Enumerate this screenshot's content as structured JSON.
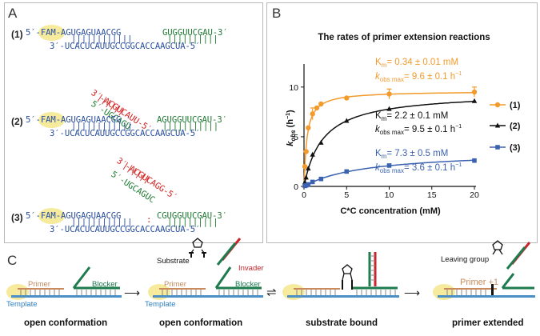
{
  "panels": {
    "a": "A",
    "b": "B",
    "c": "C"
  },
  "colors": {
    "blue": "#2a4fa0",
    "green": "#1f7a33",
    "red": "#d42020",
    "orange": "#f39a2c",
    "black": "#111111",
    "sq": "#3b62b0"
  },
  "panelA": {
    "case1": {
      "num": "(1)",
      "top_prefix": "5′-",
      "fam": "FAM",
      "top_seq": "-AGUGAGUAACGG",
      "top_green": "GUGGUUCGAU-3′",
      "bottom": "3′-UCACUCAUUGCCGGCACCAAGCUA-5′"
    },
    "case2": {
      "num": "(2)",
      "top_prefix": "5′-",
      "fam": "FAM",
      "top_seq": "-AGUGAGUAACGG",
      "top_green": "AGUGGUUCGAU-3′",
      "bottom": "3′-UCACUCAUUGCCGGCACCAAGCUA-5′",
      "invader_red": "3′-ACGUCAUU-5′",
      "invader_green": "5′-UGCAGU"
    },
    "case3": {
      "num": "(3)",
      "top_prefix": "5′-",
      "fam": "FAM",
      "top_seq": "-AGUGAGUAACGG",
      "top_green": "CGUGGUUCGAU-3′",
      "bottom": "3′-UCACUCAUUGCCGGCACCAAGCUA-5′",
      "invader_red": "3′-ACGUCAGG-5′",
      "invader_green": "5′-UGCAGUC"
    }
  },
  "chart_data": {
    "type": "line",
    "title": "The rates of primer extension reactions",
    "xlabel": "C*C concentration (mM)",
    "ylabel": "k_obs (h⁻¹)",
    "xlim": [
      0,
      20
    ],
    "ylim": [
      0,
      12
    ],
    "xticks": [
      0,
      5,
      10,
      15,
      20
    ],
    "yticks": [
      0,
      5,
      10
    ],
    "legend_position": "right",
    "series": [
      {
        "name": "(1)",
        "marker": "circle",
        "color": "#f39a2c",
        "points": [
          [
            0.1,
            2.0
          ],
          [
            0.25,
            3.5
          ],
          [
            0.5,
            5.9
          ],
          [
            1,
            7.3
          ],
          [
            1.5,
            7.9
          ],
          [
            2,
            8.3
          ],
          [
            5,
            8.9
          ],
          [
            10,
            9.3
          ],
          [
            20,
            9.5
          ]
        ],
        "errors": [
          0.2,
          0.2,
          0.2,
          0.6,
          0.2,
          0.2,
          0.2,
          0.5,
          0.5
        ],
        "km": 0.34,
        "vmax": 9.6
      },
      {
        "name": "(2)",
        "marker": "triangle",
        "color": "#111111",
        "points": [
          [
            0.1,
            0.4
          ],
          [
            0.25,
            0.9
          ],
          [
            0.5,
            1.8
          ],
          [
            1,
            3.2
          ],
          [
            2,
            4.4
          ],
          [
            5,
            6.6
          ],
          [
            10,
            7.8
          ],
          [
            20,
            8.6
          ]
        ],
        "km": 2.2,
        "vmax": 9.5
      },
      {
        "name": "(3)",
        "marker": "square",
        "color": "#3b62b0",
        "points": [
          [
            0.1,
            0.05
          ],
          [
            0.25,
            0.1
          ],
          [
            0.5,
            0.2
          ],
          [
            1,
            0.45
          ],
          [
            2,
            0.75
          ],
          [
            5,
            1.5
          ],
          [
            10,
            2.1
          ],
          [
            20,
            2.6
          ]
        ],
        "km": 7.3,
        "vmax": 3.6
      }
    ],
    "annotations": [
      {
        "km": "= 0.34 ± 0.01 mM",
        "kmax": "= 9.6 ± 0.1 h",
        "color": "#f39a2c"
      },
      {
        "km": "= 2.2 ± 0.1 mM",
        "kmax": "= 9.5 ± 0.1 h",
        "color": "#111111"
      },
      {
        "km": "= 7.3 ± 0.5 mM",
        "kmax": "= 3.6 ± 0.1 h",
        "color": "#3b62b0"
      }
    ]
  },
  "panelC": {
    "primer": "Primer",
    "blocker": "Blocker",
    "template": "Template",
    "substrate": "Substrate",
    "invader": "Invader",
    "leaving_group": "Leaving group",
    "primer_plus": "Primer +1",
    "captions": [
      "open conformation",
      "open conformation",
      "substrate bound",
      "primer extended"
    ]
  }
}
